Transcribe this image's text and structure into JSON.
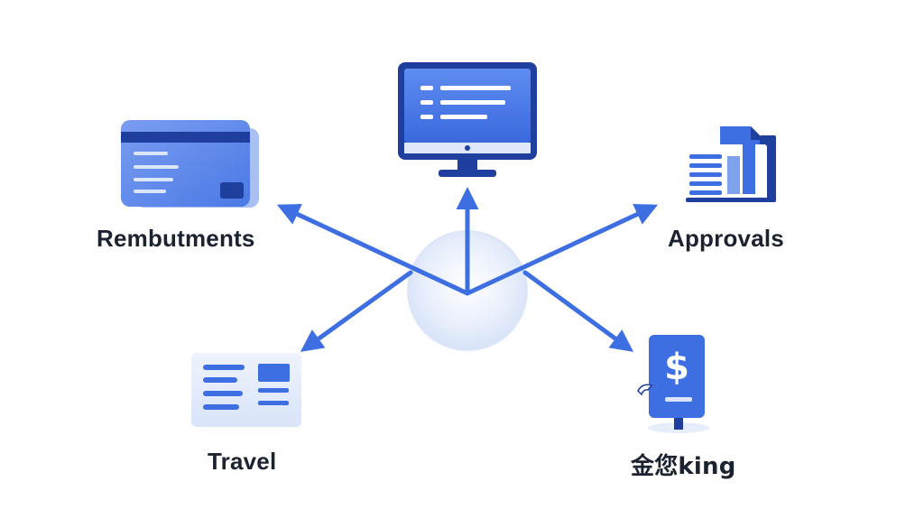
{
  "colors": {
    "primary": "#3d6fe3",
    "primary_dark": "#1f3f9e",
    "light": "#a9c0f2",
    "lighter": "#dbe6fb",
    "hub": "#e3ebfb",
    "text": "#1b2230"
  },
  "hub": {
    "icon": "hub-circle"
  },
  "nodes": [
    {
      "id": "monitor",
      "label": "",
      "icon": "monitor-icon"
    },
    {
      "id": "reimbursements",
      "label": "Rembutments",
      "icon": "credit-card-icon"
    },
    {
      "id": "approvals",
      "label": "Approvals",
      "icon": "report-chart-icon"
    },
    {
      "id": "travel",
      "label": "Travel",
      "icon": "travel-document-icon"
    },
    {
      "id": "banking",
      "label": "金您king",
      "icon": "dollar-sign-icon"
    }
  ]
}
